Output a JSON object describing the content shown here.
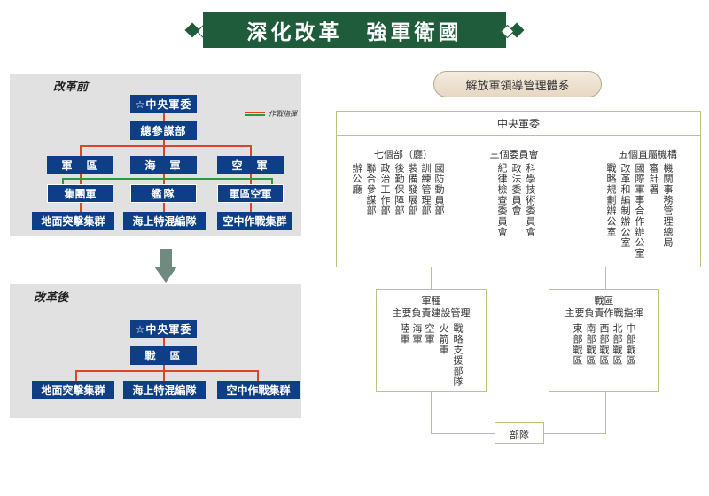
{
  "title": "深化改革　強軍衛國",
  "before": {
    "label": "改革前",
    "legend": "作戰指揮",
    "cmc": "☆中央軍委",
    "general_staff": "總參謀部",
    "row1": [
      "軍　區",
      "海　軍",
      "空　軍"
    ],
    "row2": [
      "集團軍",
      "艦隊",
      "軍區空軍"
    ],
    "row3": [
      "地面突擊集群",
      "海上特混編隊",
      "空中作戰集群"
    ]
  },
  "after": {
    "label": "改革後",
    "cmc": "☆中央軍委",
    "theater": "戰　區",
    "row3": [
      "地面突擊集群",
      "海上特混編隊",
      "空中作戰集群"
    ]
  },
  "system": {
    "title": "解放軍領導管理體系",
    "cmc": "中央軍委",
    "seven_departments": {
      "heading": "七個部（廳）",
      "items": [
        "國防動員部",
        "訓練管理部",
        "裝備發展部",
        "後勤保障部",
        "政治工作部",
        "聯合參謀部",
        "辦公廳"
      ]
    },
    "three_commissions": {
      "heading": "三個委員會",
      "items": [
        "科學技術委員會",
        "政法委員會",
        "紀律檢查委員會"
      ]
    },
    "five_agencies": {
      "heading": "五個直屬機構",
      "items": [
        "機關事務管理總局",
        "審計署",
        "國際軍事合作辦公室",
        "改革和編制辦公室",
        "戰略規劃辦公室"
      ]
    },
    "services": {
      "heading": "軍種",
      "subheading": "主要負責建設管理",
      "items": [
        "戰略支援部隊",
        "火箭軍",
        "空軍",
        "海軍",
        "陸軍"
      ]
    },
    "theaters": {
      "heading": "戰區",
      "subheading": "主要負責作戰指揮",
      "items": [
        "中部戰區",
        "北部戰區",
        "西部戰區",
        "南部戰區",
        "東部戰區"
      ]
    },
    "troops": "部隊"
  },
  "colors": {
    "banner": "#1f5c3b",
    "box": "#0e3f86",
    "line_red": "#d8472a",
    "line_green": "#2a9a3a",
    "frame": "#b7c77e",
    "arrow": "#708a80"
  }
}
